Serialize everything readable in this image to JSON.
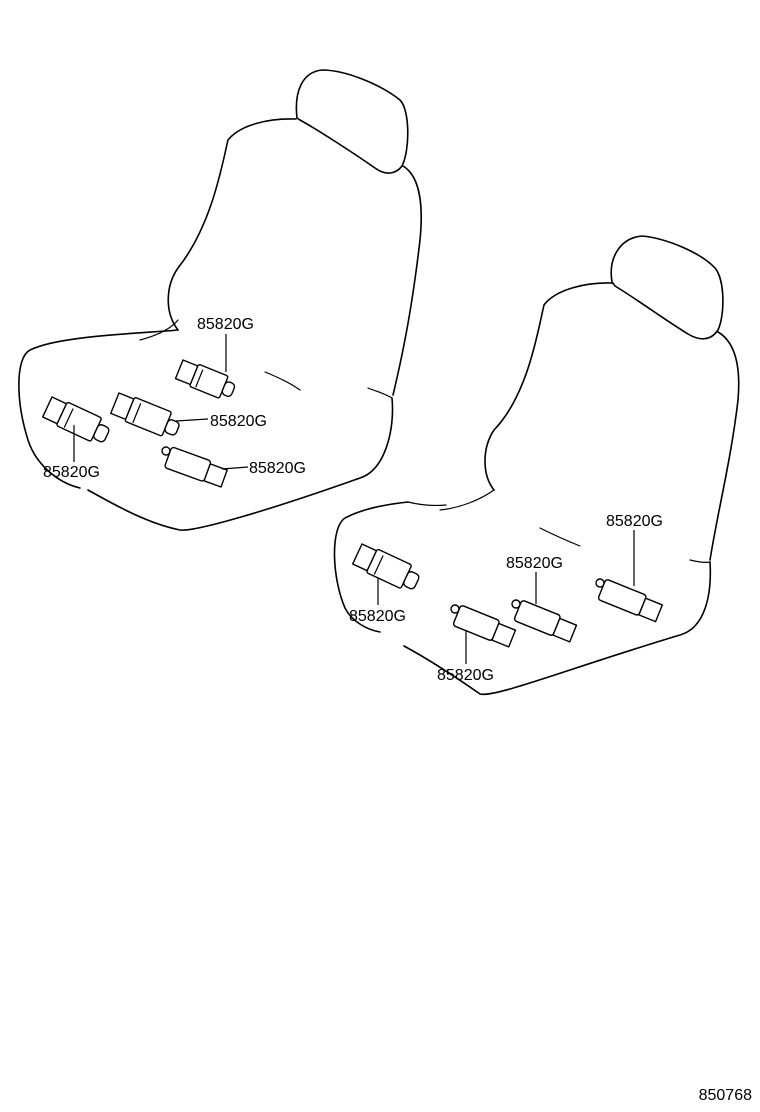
{
  "callouts": {
    "left_top": "85820G",
    "left_middle": "85820G",
    "left_lower": "85820G",
    "left_side": "85820G",
    "right_top": "85820G",
    "right_middle": "85820G",
    "right_left": "85820G",
    "right_bottom": "85820G"
  },
  "figure_number": "850768"
}
